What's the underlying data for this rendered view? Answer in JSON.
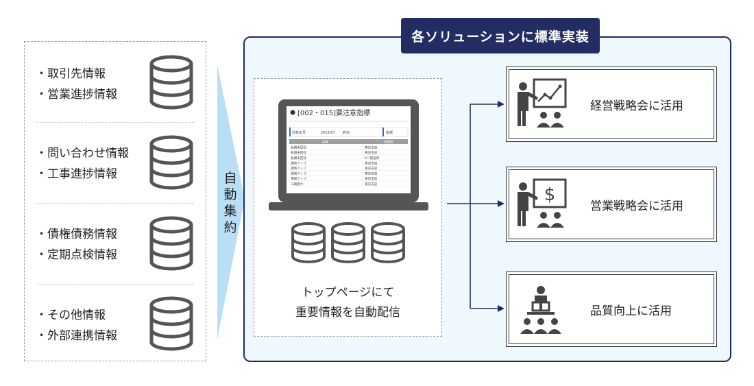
{
  "sources": [
    {
      "lines": [
        "・取引先情報",
        "・営業進捗情報"
      ]
    },
    {
      "lines": [
        "・問い合わせ情報",
        "・工事進捗情報"
      ]
    },
    {
      "lines": [
        "・債権債務情報",
        "・定期点検情報"
      ]
    },
    {
      "lines": [
        "・その他情報",
        "・外部連携情報"
      ]
    }
  ],
  "flow_label": [
    "自",
    "動",
    "集",
    "約"
  ],
  "solution": {
    "title": "各ソリューションに標準実装",
    "caption_line1": "トップページにて",
    "caption_line2": "重要情報を自動配信",
    "screen": {
      "title": "[002・015]要注意指標",
      "filter": [
        "対象年月",
        "2019/07",
        "終点",
        "指標"
      ],
      "headers": [
        "指標",
        "営業所"
      ],
      "rows": [
        [
          "長期未回収",
          "東京支店"
        ],
        [
          "長期未回収",
          "東京支店"
        ],
        [
          "長期未回収",
          "K二建設所"
        ],
        [
          "課価アップ",
          "東京支店"
        ],
        [
          "課価アップ",
          "東京支店"
        ],
        [
          "課価アップ",
          "東京支店"
        ],
        [
          "課価アップ",
          "東京支店"
        ],
        [
          "工期遅れ",
          "東京支店"
        ]
      ]
    }
  },
  "outputs": [
    {
      "label": "経営戦略会に活用",
      "icon": "presentation-chart-icon"
    },
    {
      "label": "営業戦略会に活用",
      "icon": "presentation-dollar-icon"
    },
    {
      "label": "品質向上に活用",
      "icon": "podium-audience-icon"
    }
  ],
  "colors": {
    "navy": "#232d63",
    "panel": "#eef8fd",
    "funnel": "#b9def5",
    "db": "#555555"
  }
}
